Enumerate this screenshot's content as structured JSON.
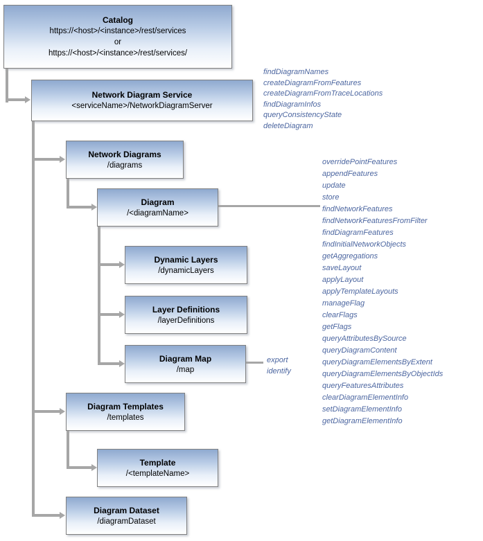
{
  "palette": {
    "background": "#ffffff",
    "box_gradient_top": "#8fa9cf",
    "box_gradient_bottom": "#ffffff",
    "box_border": "#7f7f7f",
    "connector": "#a6a6a6",
    "operation_text": "#4c66a0",
    "box_text": "#000000"
  },
  "tree": {
    "catalog": {
      "title": "Catalog",
      "url_primary": "https://<host>/<instance>/rest/services",
      "conjunction": "or",
      "url_alternate": "https://<host>/<instance>/rest/services/"
    },
    "service": {
      "title": "Network Diagram Service",
      "path": "<serviceName>/NetworkDiagramServer",
      "operations": [
        "findDiagramNames",
        "createDiagramFromFeatures",
        "createDiagramFromTraceLocations",
        "findDiagramInfos",
        "queryConsistencyState",
        "deleteDiagram"
      ]
    },
    "network_diagrams": {
      "title": "Network Diagrams",
      "path": "/diagrams"
    },
    "diagram": {
      "title": "Diagram",
      "path": "/<diagramName>",
      "operations": [
        "overridePointFeatures",
        "appendFeatures",
        "update",
        "store",
        "findNetworkFeatures",
        "findNetworkFeaturesFromFilter",
        "findDiagramFeatures",
        "findInitialNetworkObjects",
        "getAggregations",
        "saveLayout",
        "applyLayout",
        "applyTemplateLayouts",
        "manageFlag",
        "clearFlags",
        "getFlags",
        "queryAttributesBySource",
        "queryDiagramContent",
        "queryDiagramElementsByExtent",
        "queryDiagramElementsByObjectIds",
        "queryFeaturesAttributes",
        "clearDiagramElementInfo",
        "setDiagramElementInfo",
        "getDiagramElementInfo"
      ]
    },
    "dynamic_layers": {
      "title": "Dynamic Layers",
      "path": "/dynamicLayers"
    },
    "layer_definitions": {
      "title": "Layer Definitions",
      "path": "/layerDefinitions"
    },
    "diagram_map": {
      "title": "Diagram Map",
      "path": "/map",
      "operations": [
        "export",
        "identify"
      ]
    },
    "diagram_templates": {
      "title": "Diagram Templates",
      "path": "/templates"
    },
    "template": {
      "title": "Template",
      "path": "/<templateName>"
    },
    "diagram_dataset": {
      "title": "Diagram Dataset",
      "path": "/diagramDataset"
    }
  }
}
